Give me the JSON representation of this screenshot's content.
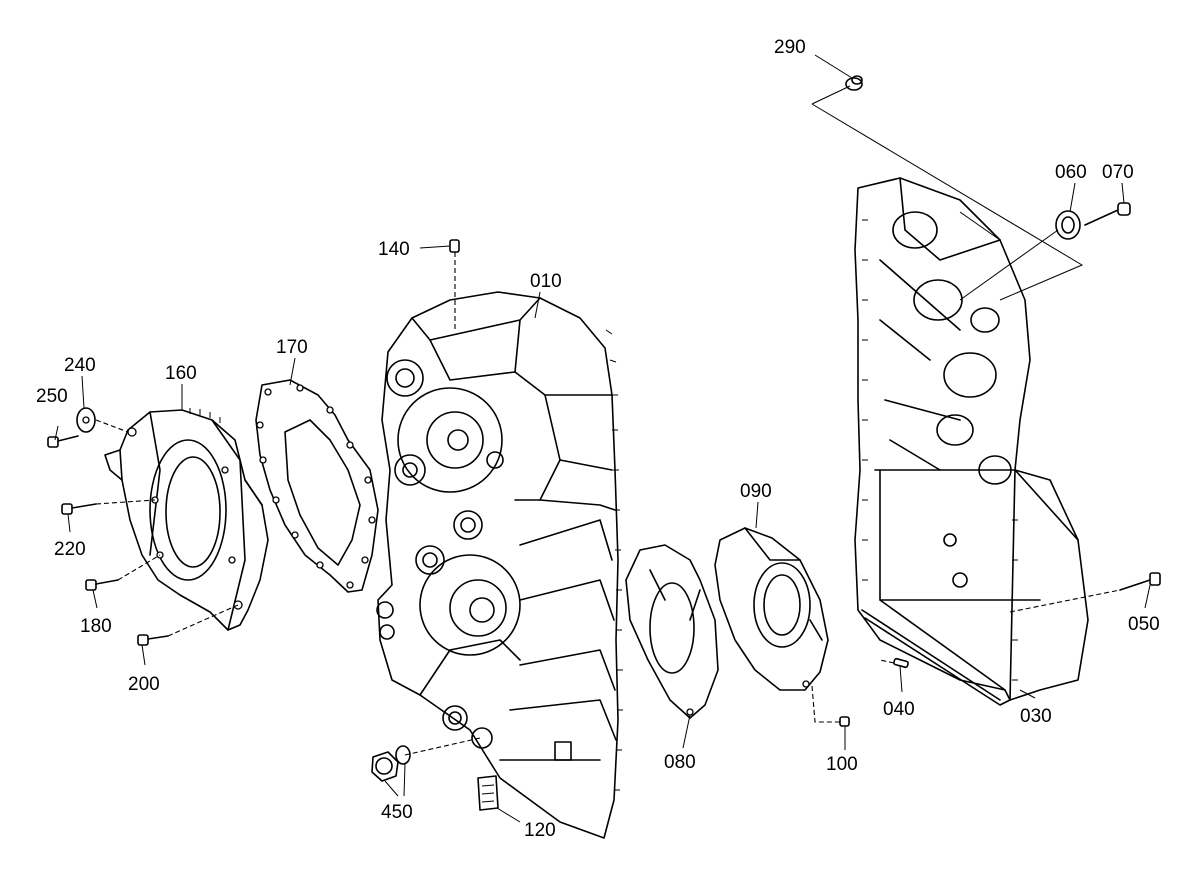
{
  "part_labels": {
    "p290": "290",
    "p060": "060",
    "p070": "070",
    "p140": "140",
    "p010": "010",
    "p170": "170",
    "p240": "240",
    "p160": "160",
    "p250": "250",
    "p220": "220",
    "p180": "180",
    "p200": "200",
    "p090": "090",
    "p080": "080",
    "p100": "100",
    "p040": "040",
    "p030": "030",
    "p050": "050",
    "p450": "450",
    "p120": "120"
  }
}
